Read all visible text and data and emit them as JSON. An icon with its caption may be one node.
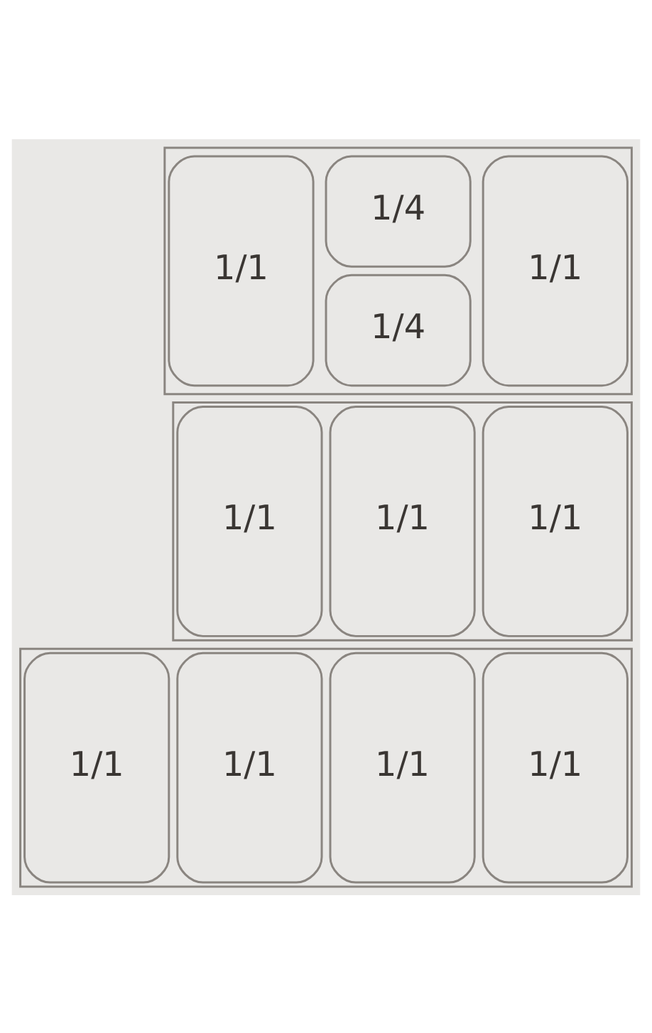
{
  "diagram": {
    "nodes": [
      {
        "text": [],
        "shape": "box"
      },
      {
        "text": [
          "1/1"
        ],
        "in": 0
      },
      {
        "text": [
          "1/4"
        ],
        "in": 0
      },
      {
        "text": [
          "1/4"
        ],
        "in": 0
      },
      {
        "text": [
          "1/1"
        ],
        "in": 0
      },
      {
        "text": [],
        "shape": "box"
      },
      {
        "text": [
          "1/1"
        ],
        "in": 5
      },
      {
        "text": [
          "1/1"
        ],
        "in": 5
      },
      {
        "text": [
          "1/1"
        ],
        "in": 5
      },
      {
        "text": [],
        "shape": "box"
      },
      {
        "text": [
          "1/1"
        ],
        "in": 9
      },
      {
        "text": [
          "1/1"
        ],
        "in": 9
      },
      {
        "text": [
          "1/1"
        ],
        "in": 9
      },
      {
        "text": [
          "1/1"
        ],
        "in": 9
      }
    ],
    "edges": []
  }
}
